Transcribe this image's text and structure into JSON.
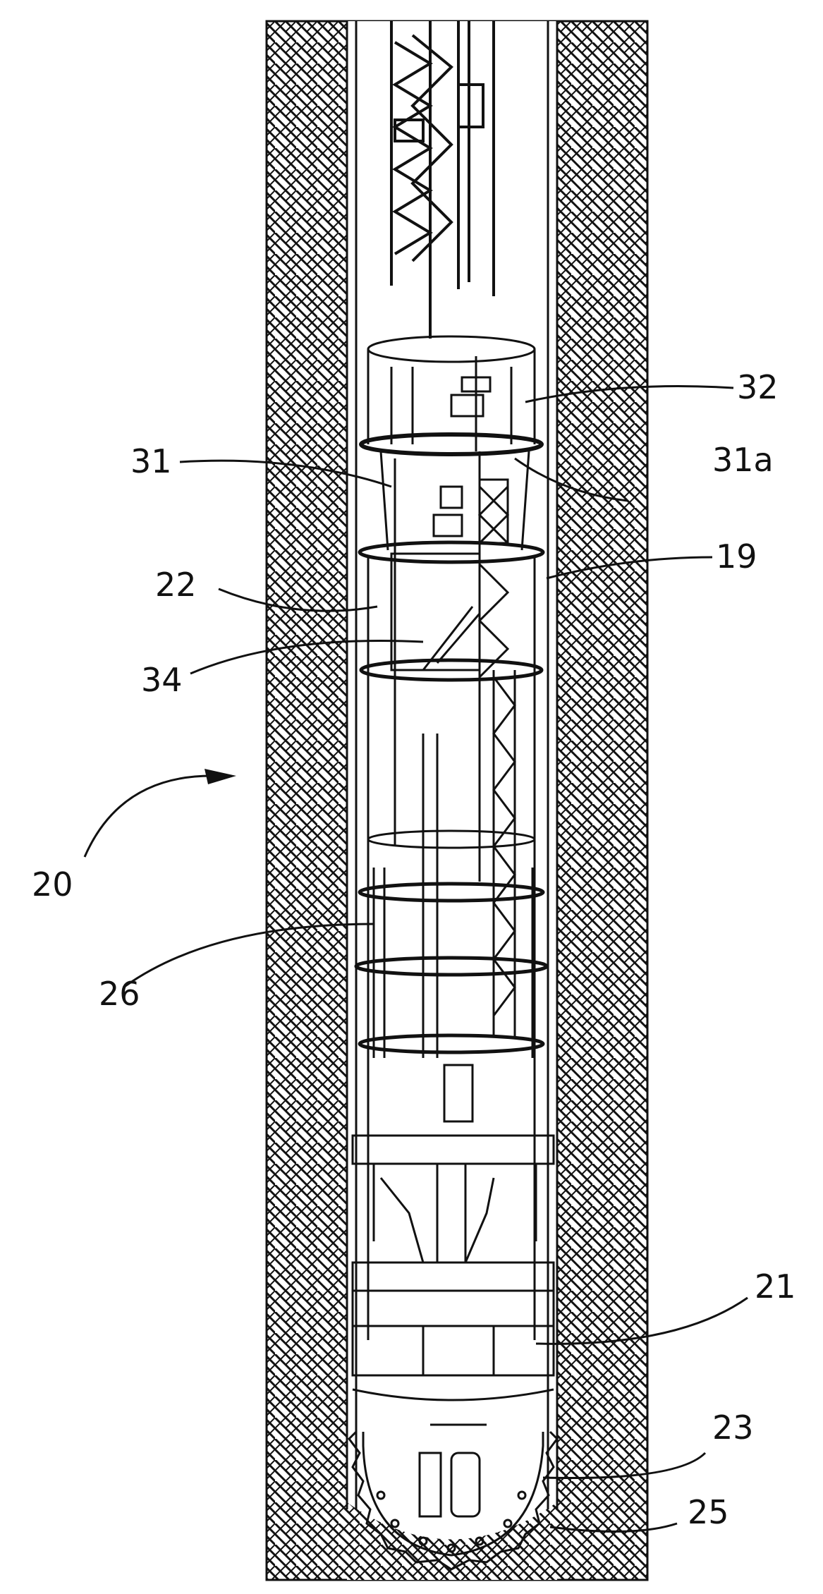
{
  "figure": {
    "labels": {
      "l32": "32",
      "l31": "31",
      "l31a": "31a",
      "l19": "19",
      "l22": "22",
      "l34": "34",
      "l20": "20",
      "l26": "26",
      "l21": "21",
      "l23": "23",
      "l25": "25"
    }
  },
  "colors": {
    "ink": "#111111",
    "paper": "#ffffff"
  }
}
